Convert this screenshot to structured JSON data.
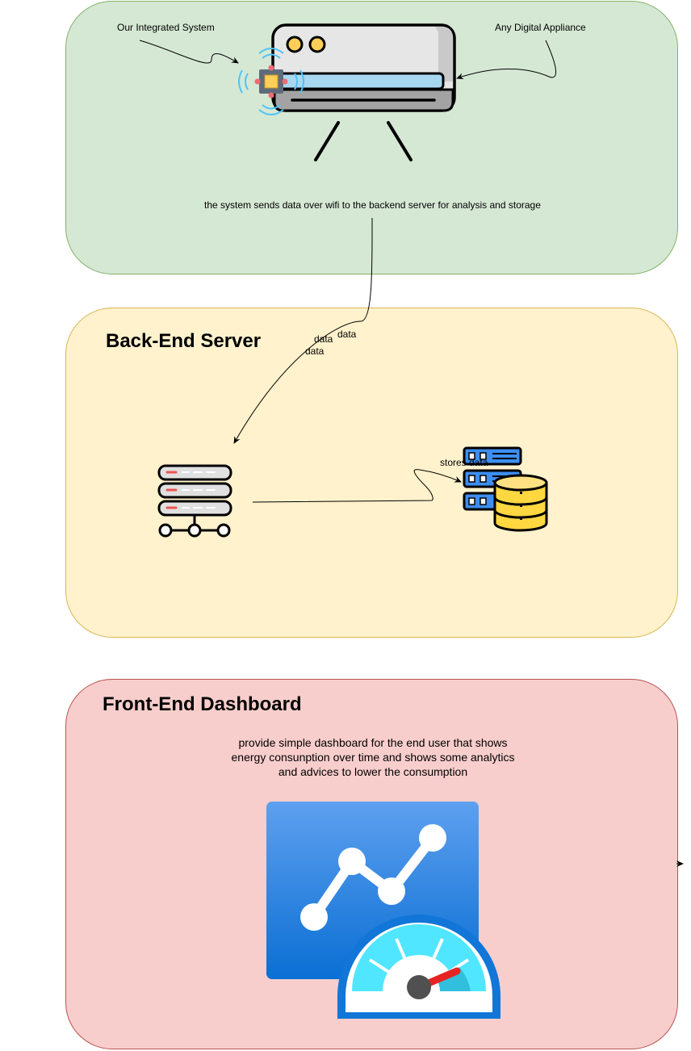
{
  "system_panel": {
    "integrated_label": "Our Integrated System",
    "appliance_label": "Any Digital Appliance",
    "caption": "the system sends data over wifi to the backend server for analysis and storage"
  },
  "backend_panel": {
    "title": "Back-End Server",
    "edge_labels": [
      "data",
      "data",
      "data"
    ],
    "store_label": "stores data"
  },
  "frontend_panel": {
    "title": "Front-End Dashboard",
    "description_lines": [
      "provide simple dashboard for the end user that shows",
      "energy consunption over time and shows some analytics",
      "and advices to lower the consumption"
    ]
  },
  "colors": {
    "system_fill": "#d5e8d4",
    "backend_fill": "#fff2cc",
    "frontend_fill": "#f8cecc"
  },
  "icons": [
    "air-conditioner-icon",
    "iot-chip-icon",
    "server-rack-icon",
    "database-server-icon",
    "analytics-dashboard-icon"
  ]
}
